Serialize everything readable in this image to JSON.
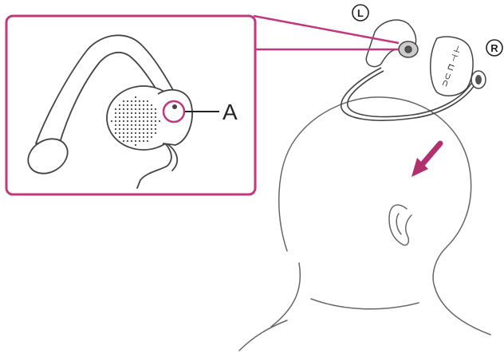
{
  "diagram": {
    "callout_label": "A",
    "left_marker": "L",
    "right_marker": "R",
    "right_unit_markings": "⊃⊂ ⊓ ⊣ ⊢",
    "colors": {
      "accent": "#c2387e",
      "line": "#555555",
      "arrow": "#b3306f",
      "background": "#ffffff"
    },
    "icons": [
      "zoom-callout-box",
      "wearing-direction-arrow"
    ]
  }
}
